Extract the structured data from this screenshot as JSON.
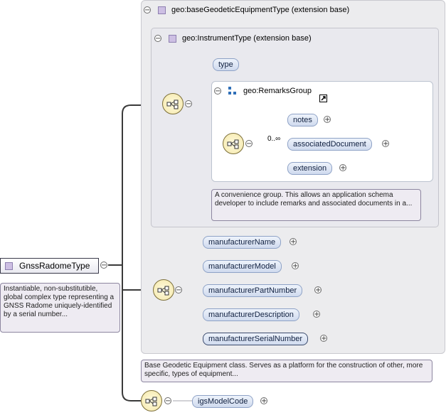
{
  "root": {
    "name": "GnssRadomeType",
    "annotation": "Instantiable, non-substitutible, global complex type representing a GNSS Radome uniquely-identified by a serial number..."
  },
  "base_panel": {
    "title": "geo:baseGeodeticEquipmentType (extension base)",
    "annotation": "Base Geodetic Equipment class. Serves as a platform for the construction of other, more specific, types of equipment..."
  },
  "instrument_panel": {
    "title": "geo:InstrumentType (extension base)",
    "element_type": "type"
  },
  "remarks_group": {
    "title": "geo:RemarksGroup",
    "cardinality": "0..∞",
    "elements": [
      "notes",
      "associatedDocument",
      "extension"
    ],
    "annotation": "A convenience group. This allows an application schema developer to include remarks and associated documents in a..."
  },
  "manufacturer_elements": [
    "manufacturerName",
    "manufacturerModel",
    "manufacturerPartNumber",
    "manufacturerDescription",
    "manufacturerSerialNumber"
  ],
  "igs_element": "igsModelCode",
  "symbols": {
    "minus": "−",
    "plus": "+"
  },
  "colors": {
    "element_fill": "#d6e0f0",
    "element_border": "#8ea2c6",
    "complex_type_icon": "#cdbfe3",
    "sequence_fill": "#f4e7a8",
    "annotation_fill": "#eeebf2"
  }
}
